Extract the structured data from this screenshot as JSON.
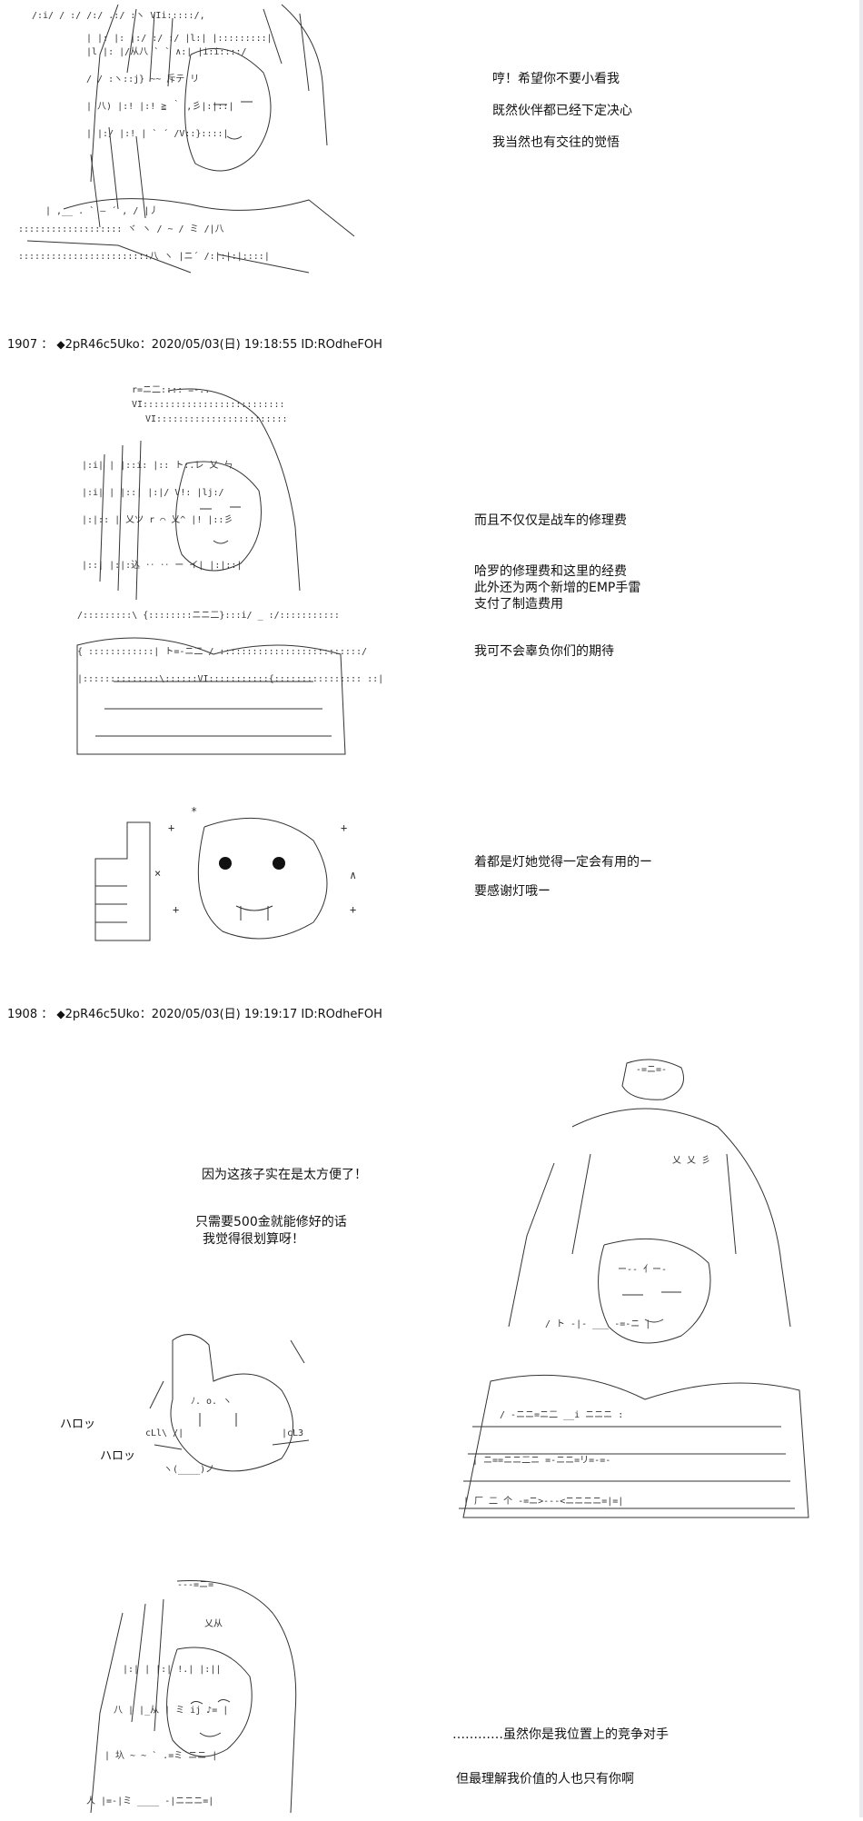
{
  "posts": [
    {
      "lines": [
        "哼！希望你不要小看我",
        "既然伙伴都已经下定决心",
        "我当然也有交往的觉悟"
      ]
    },
    {
      "header": {
        "number": "1907",
        "separator": "：",
        "diamond": "◆",
        "trip": "2pR46c5Uko",
        "date": "：2020/05/03(日) 19:18:55",
        "id": "ID:ROdheFOH"
      },
      "blocks": [
        [
          "而且不仅仅是战车的修理费"
        ],
        [
          "哈罗的修理费和这里的经费",
          "此外还为两个新增的EMP手雷",
          "支付了制造费用"
        ],
        [
          "我可不会辜负你们的期待"
        ],
        [
          "着都是灯她觉得一定会有用的ー",
          "要感谢灯哦ー"
        ]
      ]
    },
    {
      "header": {
        "number": "1908",
        "separator": "：",
        "diamond": "◆",
        "trip": "2pR46c5Uko",
        "date": "：2020/05/03(日) 19:19:17",
        "id": "ID:ROdheFOH"
      },
      "blocks": [
        [
          "因为这孩子实在是太方便了！"
        ],
        [
          "只需要500金就能修好的话",
          "我觉得很划算呀！"
        ],
        [
          "…………虽然你是我位置上的竞争对手"
        ],
        [
          "但最理解我价值的人也只有你啊"
        ]
      ],
      "haro_labels": [
        "ハロッ",
        "ハロッ"
      ]
    }
  ],
  "colors": {
    "background": "#ffffff",
    "text": "#111111",
    "art": "#2b2b2b",
    "gutter": "#e9e9ef"
  },
  "icons": [
    "ascii-art-character"
  ]
}
